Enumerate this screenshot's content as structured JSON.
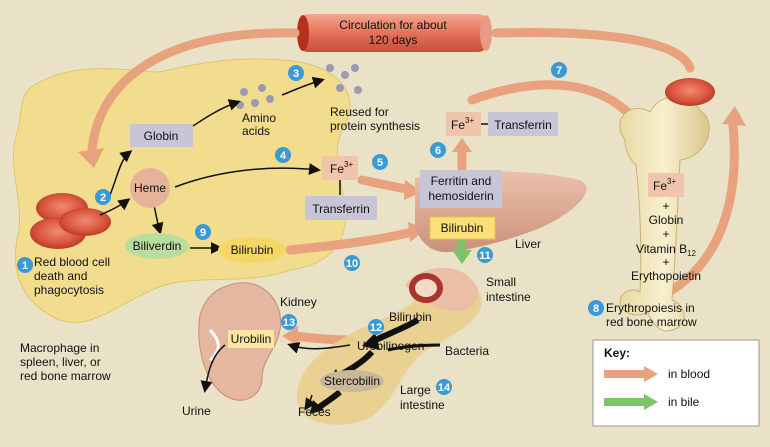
{
  "circulation": {
    "line1": "Circulation for about",
    "line2": "120 days"
  },
  "steps": [
    "1",
    "2",
    "3",
    "4",
    "5",
    "6",
    "7",
    "8",
    "9",
    "10",
    "11",
    "12",
    "13",
    "14"
  ],
  "macrophage": {
    "step1": {
      "l1": "Red blood cell",
      "l2": "death and",
      "l3": "phagocytosis"
    },
    "caption": {
      "l1": "Macrophage in",
      "l2": "spleen, liver, or",
      "l3": "red bone marrow"
    }
  },
  "labels": {
    "globin": "Globin",
    "heme": "Heme",
    "amino": {
      "l1": "Amino",
      "l2": "acids"
    },
    "reused": {
      "l1": "Reused for",
      "l2": "protein synthesis"
    },
    "fe3": "Fe",
    "fe3_sup": "3+",
    "transferrin": "Transferrin",
    "ferritin": {
      "l1": "Ferritin and",
      "l2": "hemosiderin"
    },
    "biliverdin": "Biliverdin",
    "bilirubin": "Bilirubin",
    "liver": "Liver",
    "small_intestine": {
      "l1": "Small",
      "l2": "intestine"
    },
    "kidney": "Kidney",
    "urobilin": "Urobilin",
    "urobilinogen": "Urobilinogen",
    "bacteria": "Bacteria",
    "stercobilin": "Stercobilin",
    "large_intestine": {
      "l1": "Large",
      "l2": "intestine"
    },
    "feces": "Feces",
    "urine": "Urine",
    "marrow_list": {
      "globin": "Globin",
      "vitamin": "Vitamin B",
      "vitamin_sub": "12",
      "epo": "Erythopoietin",
      "plus": "+"
    },
    "erythropoiesis": {
      "l1": "Erythropoiesis in",
      "l2": "red bone marrow"
    }
  },
  "key": {
    "title": "Key:",
    "blood": "in blood",
    "bile": "in bile"
  },
  "colors": {
    "blood_arrow": "#e8a27e",
    "bile_arrow": "#7ec26a",
    "step_circle": "#3a9ad6",
    "box": "#c8c6d6",
    "rbc": "#e4614a"
  }
}
